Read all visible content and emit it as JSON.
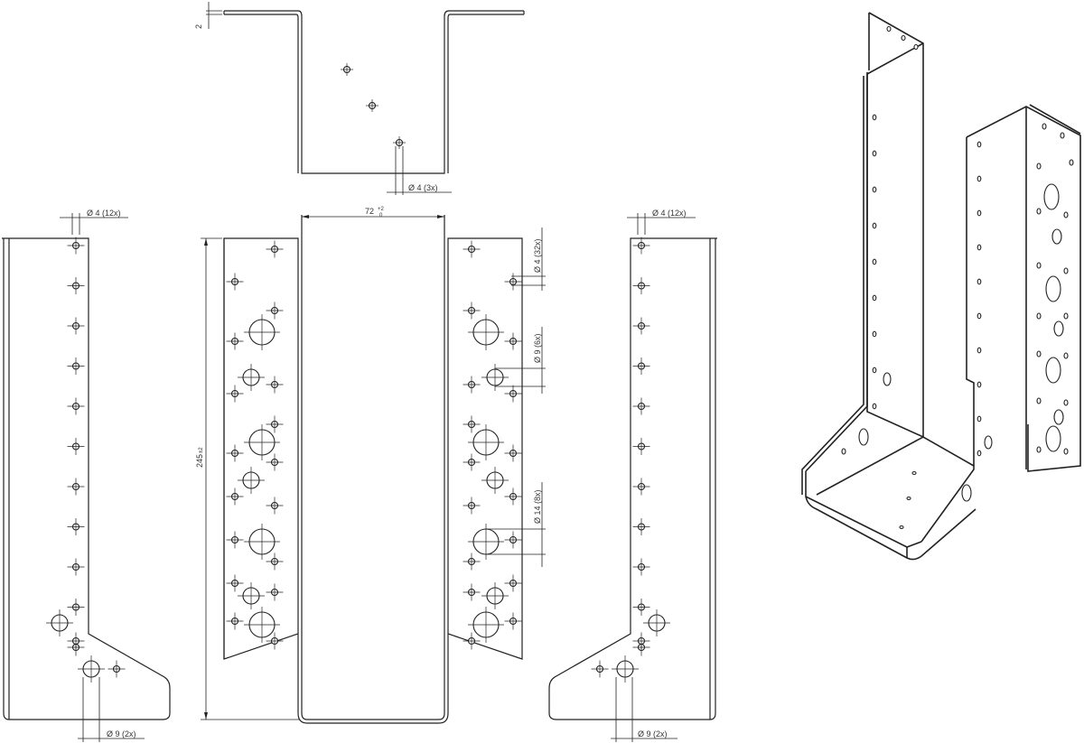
{
  "dimensions": {
    "top_thickness": "2",
    "top_hole": "Ø 4 (3x)",
    "left_top_hole": "Ø 4 (12x)",
    "left_bottom_hole": "Ø 9 (2x)",
    "width": "72",
    "width_tol_upper": "+2",
    "width_tol_lower": "0",
    "height": "245",
    "height_tol": "±2",
    "small_holes": "Ø 4 (32x)",
    "medium_holes": "Ø 9 (6x)",
    "large_holes": "Ø 14 (8x)",
    "right_top_hole": "Ø 4 (12x)",
    "right_bottom_hole": "Ø 9 (2x)"
  }
}
